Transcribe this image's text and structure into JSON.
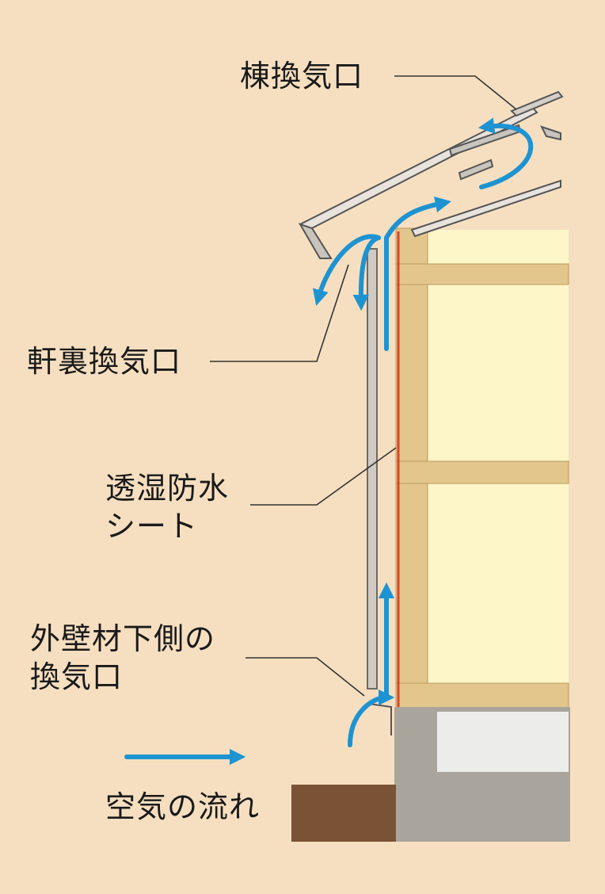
{
  "labels": {
    "ridge_vent": "棟換気口",
    "eave_vent": "軒裏換気口",
    "membrane_line1": "透湿防水",
    "membrane_line2": "シート",
    "lower_vent_line1": "外壁材下側の",
    "lower_vent_line2": "換気口",
    "legend": "空気の流れ"
  },
  "colors": {
    "background": "#f6dfc0",
    "interior": "#fdf6c8",
    "frame_wood": "#e3c68c",
    "membrane": "#d8452a",
    "siding": "#a8a39d",
    "foundation": "#a9a59d",
    "earth": "#7a5236",
    "airflow": "#1e93d2",
    "leader": "#333333"
  }
}
